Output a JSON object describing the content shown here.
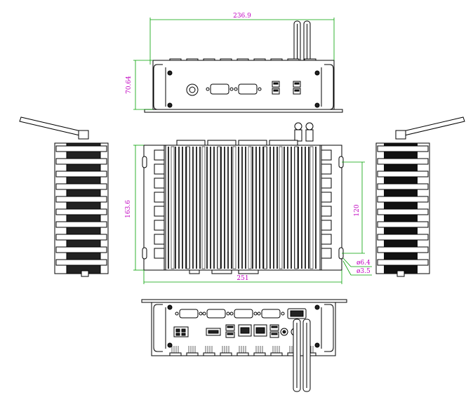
{
  "dimensions": {
    "top_width": "236.9",
    "top_height": "70.64",
    "front_height": "163.6",
    "hole_pitch": "120",
    "front_width": "251",
    "hole_large": "ø6.4",
    "hole_small": "ø3.5"
  },
  "colors": {
    "line": "#000000",
    "dimension_line": "#00a000",
    "dimension_text": "#c000c0",
    "background": "#ffffff"
  }
}
